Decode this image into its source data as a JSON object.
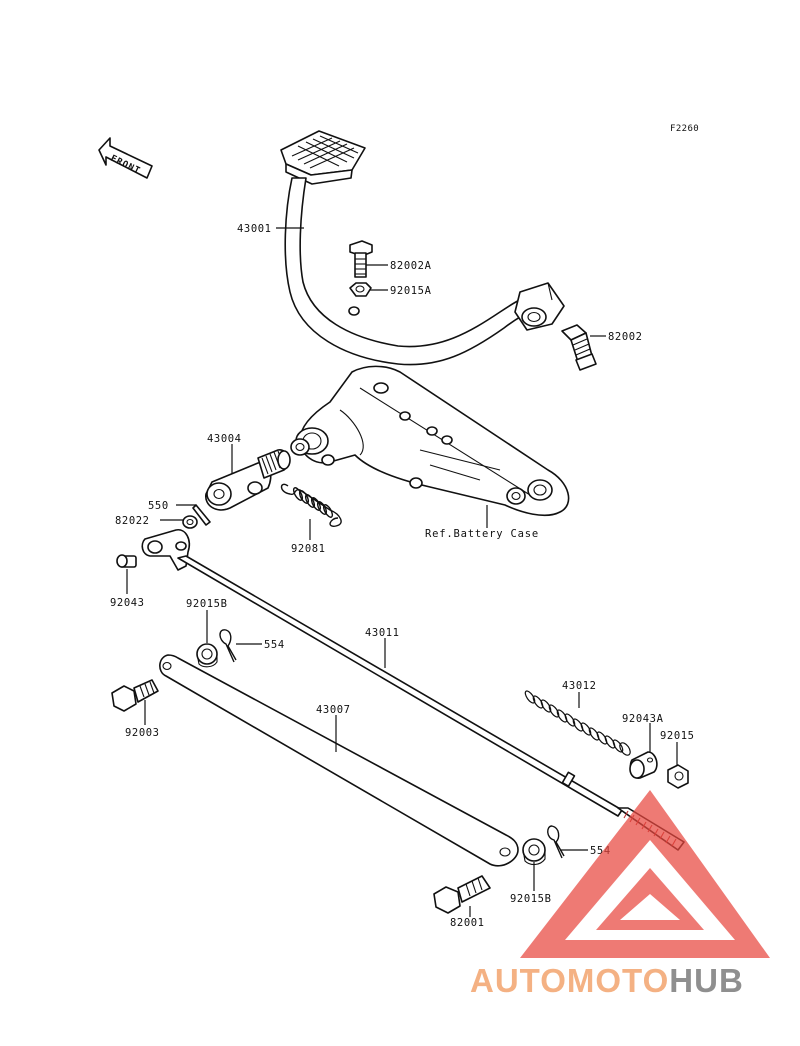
{
  "diagram": {
    "code": "F2260",
    "front_label": "FRONT",
    "reference_note": "Ref.Battery Case",
    "part_labels": {
      "p43001": "43001",
      "p82002A": "82002A",
      "p92015A": "92015A",
      "p82002": "82002",
      "p43004": "43004",
      "p550": "550",
      "p82022": "82022",
      "p92081": "92081",
      "p92043": "92043",
      "p92015B_top": "92015B",
      "p554_top": "554",
      "p43011": "43011",
      "p43012": "43012",
      "p92043A": "92043A",
      "p92015": "92015",
      "p43007": "43007",
      "p92003": "92003",
      "p554_bottom": "554",
      "p92015B_bottom": "92015B",
      "p82001": "82001"
    }
  },
  "watermark": {
    "part1": "AUTOMOTO",
    "part2": "HUB",
    "color1": "#f4b183",
    "color2": "#8f8f8f",
    "triangle_color": "#e8473f"
  }
}
